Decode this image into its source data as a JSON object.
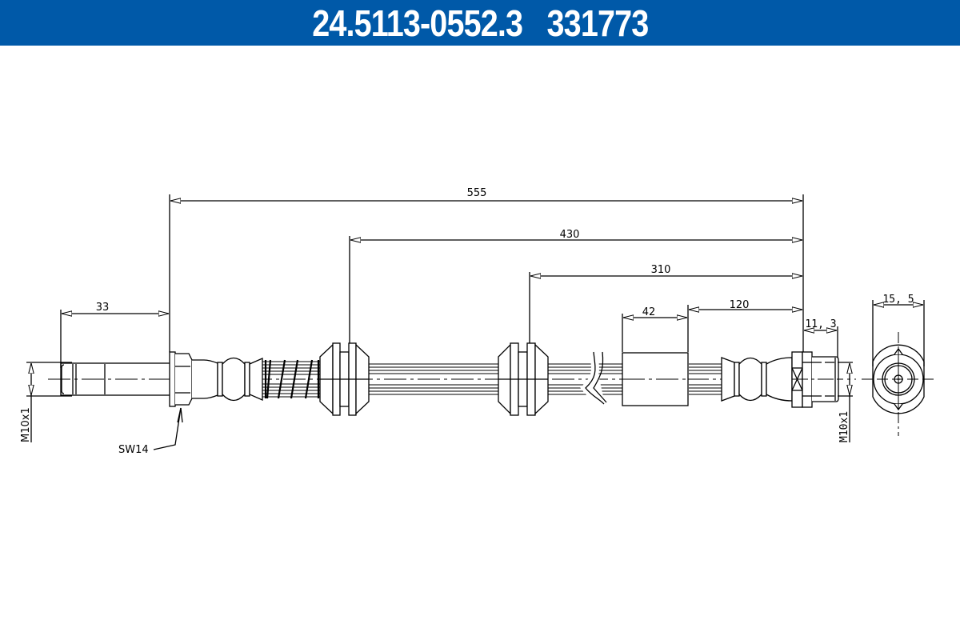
{
  "header": {
    "title": "24.5113-0552.3   331773",
    "part_number": "24.5113-0552.3",
    "reference_number": "331773",
    "background_color": "#0059a8",
    "text_color": "#ffffff"
  },
  "drawing": {
    "subject": "brake hose technical drawing",
    "dimensions": {
      "overall_length": "555",
      "length_430": "430",
      "length_310": "310",
      "length_120": "120",
      "sleeve_length": "42",
      "left_thread_length": "33",
      "right_thread_length": "11, 3",
      "end_view_width": "15, 5"
    },
    "labels": {
      "left_thread": "M10x1",
      "right_thread": "M10x1",
      "wrench_size": "SW14"
    },
    "line_color": "#000000"
  }
}
